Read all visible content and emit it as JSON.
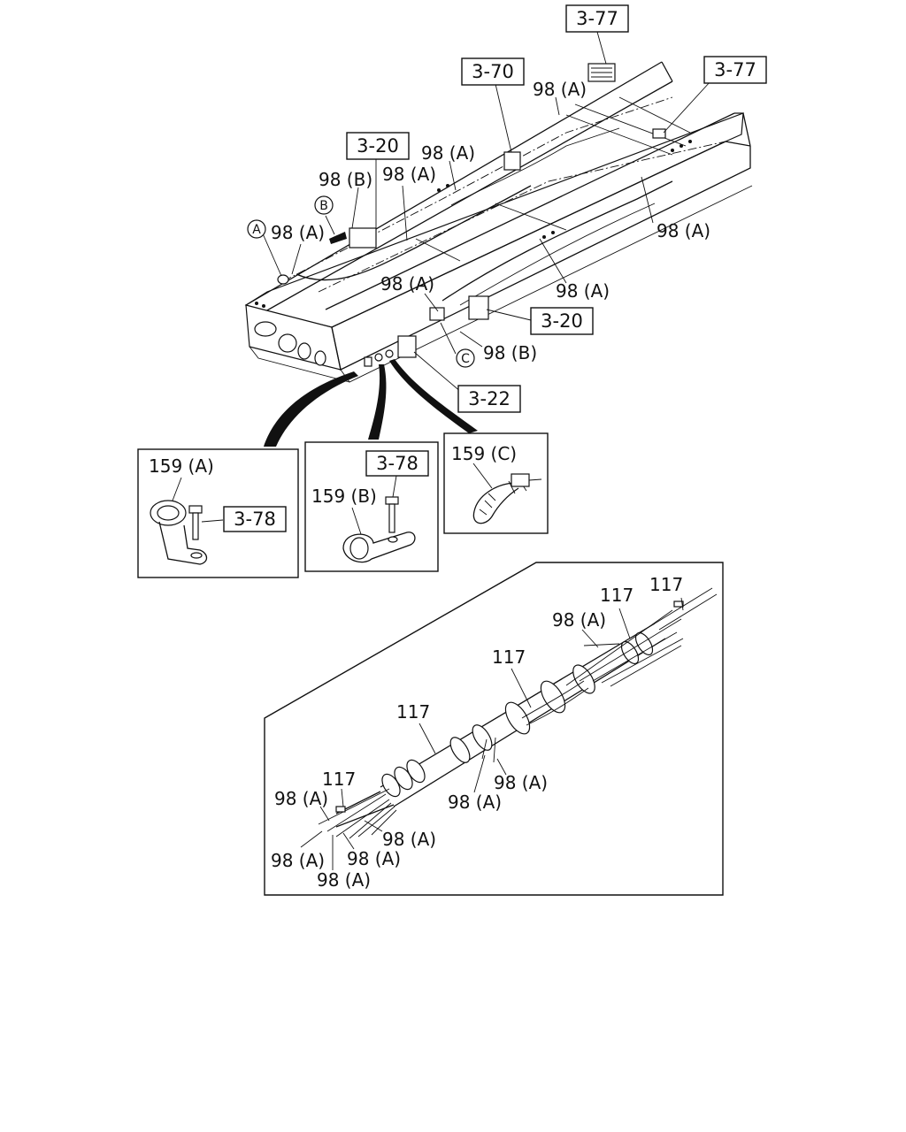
{
  "refs": {
    "r377a": "3-77",
    "r377b": "3-77",
    "r370": "3-70",
    "r320a": "3-20",
    "r320b": "3-20",
    "r322": "3-22",
    "r378a": "3-78",
    "r378b": "3-78"
  },
  "circles": {
    "a": "A",
    "b": "B",
    "c": "C"
  },
  "labels": {
    "l1": "98 (A)",
    "l2": "98 (A)",
    "l3": "98 (B)",
    "l4": "98 (A)",
    "l5": "98 (A)",
    "l6": "98 (A)",
    "l7": "98 (A)",
    "l8": "98 (A)",
    "l9": "98 (B)",
    "p159a": "159 (A)",
    "p159b": "159 (B)",
    "p159c": "159 (C)",
    "d117a": "117",
    "d117b": "117",
    "d117c": "117",
    "d117d": "117",
    "d117e": "117",
    "d98a": "98 (A)",
    "d98b": "98 (A)",
    "d98c": "98 (A)",
    "d98d": "98 (A)",
    "d98e": "98 (A)",
    "d98f": "98 (A)",
    "d98g": "98 (A)",
    "d98h": "98 (A)"
  }
}
